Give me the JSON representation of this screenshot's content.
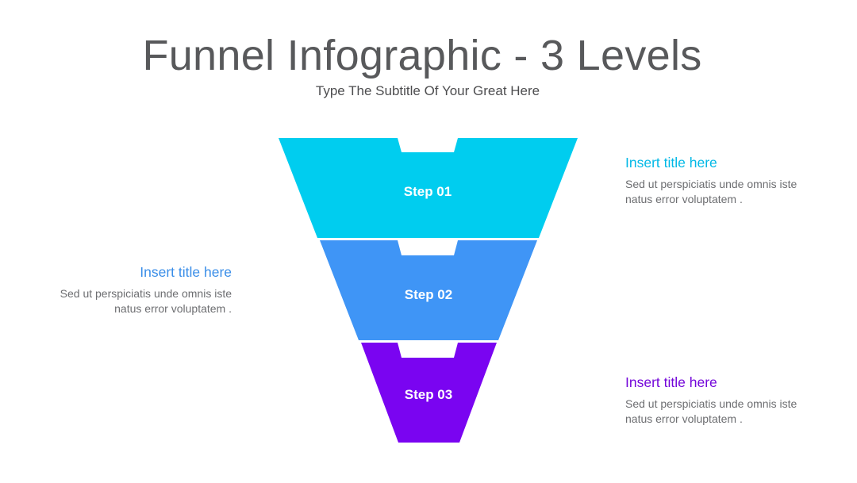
{
  "header": {
    "title": "Funnel Infographic - 3 Levels",
    "subtitle": "Type The Subtitle Of Your Great Here"
  },
  "levels": [
    {
      "label": "Step 01",
      "color": "#00cdef",
      "callout_title": "Insert title here",
      "callout_text": "Sed ut perspiciatis unde omnis iste natus error voluptatem .",
      "callout_title_color": "#00b8e6"
    },
    {
      "label": "Step 02",
      "color": "#3f95f6",
      "callout_title": "Insert title here",
      "callout_text": "Sed ut perspiciatis unde omnis iste natus error voluptatem .",
      "callout_title_color": "#3a8ee8"
    },
    {
      "label": "Step 03",
      "color": "#7a04f1",
      "callout_title": "Insert title here",
      "callout_text": "Sed ut perspiciatis unde omnis iste natus error voluptatem .",
      "callout_title_color": "#7306d9"
    }
  ]
}
